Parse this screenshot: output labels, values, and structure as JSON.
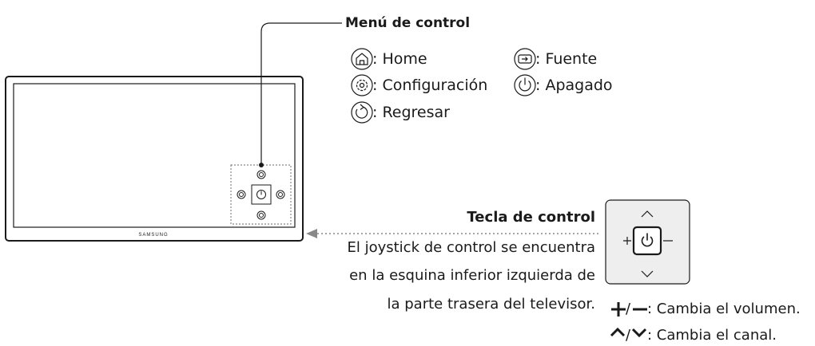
{
  "control_menu": {
    "title": "Menú de control",
    "items": [
      {
        "icon": "home-icon",
        "label": ": Home"
      },
      {
        "icon": "settings-gear-icon",
        "label": ": Configuración"
      },
      {
        "icon": "return-arrow-icon",
        "label": ": Regresar"
      },
      {
        "icon": "source-input-icon",
        "label": ": Fuente"
      },
      {
        "icon": "power-icon",
        "label": ": Apagado"
      }
    ]
  },
  "tv": {
    "brand": "SAMSUNG"
  },
  "control_key": {
    "title": "Tecla de control",
    "description": [
      "El joystick de control se encuentra",
      "en la esquina inferior izquierda de",
      "la parte trasera del televisor."
    ]
  },
  "legend": {
    "volume_sep": "/",
    "volume_text": ": Cambia el volumen.",
    "channel_sep": "/",
    "channel_text": ": Cambia el canal."
  },
  "colors": {
    "line": "#1a1a1a",
    "dotted": "#888888",
    "panel": "#eeeeee"
  }
}
